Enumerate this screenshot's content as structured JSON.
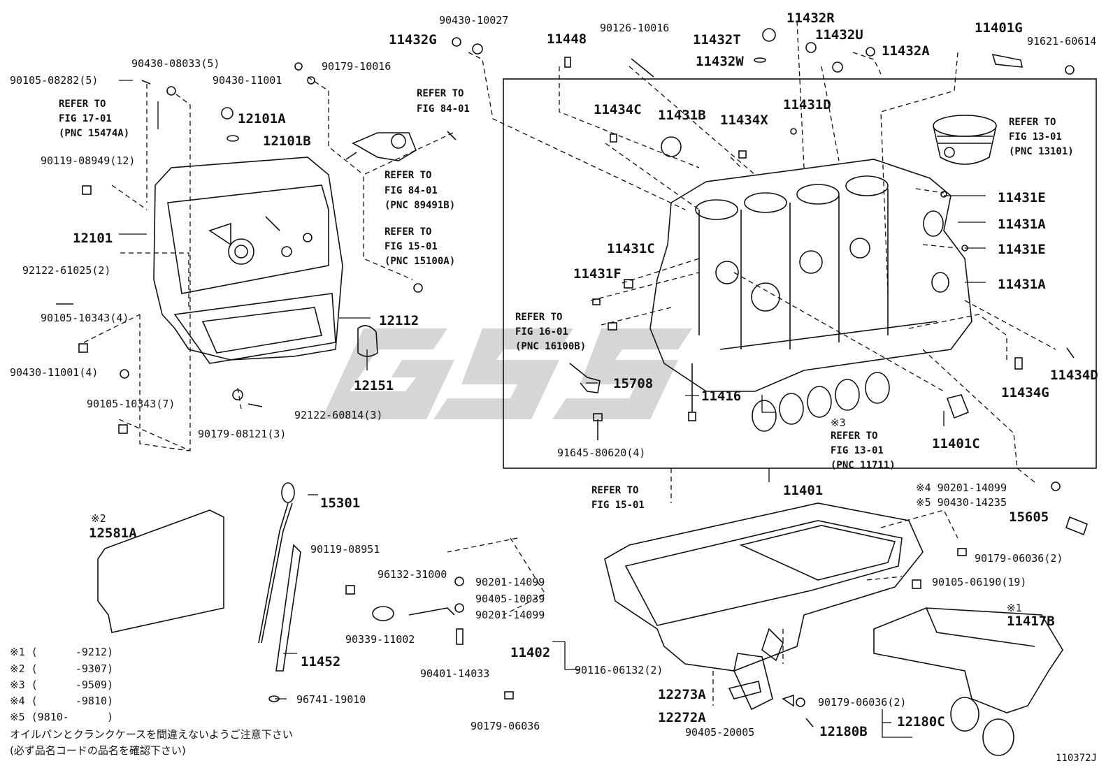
{
  "diagram_id": "110372J",
  "watermark": "GSS",
  "labels": {
    "p90105_08282": "90105-08282(5)",
    "p90430_08033": "90430-08033(5)",
    "p90179_10016": "90179-10016",
    "p90430_11001_top": "90430-11001",
    "p90430_10027": "90430-10027",
    "p11432G": "11432G",
    "p11448": "11448",
    "p90126_10016": "90126-10016",
    "p11432R": "11432R",
    "p11432T": "11432T",
    "p11432U": "11432U",
    "p11432W": "11432W",
    "p11432A": "11432A",
    "p11401G": "11401G",
    "p91621_60614": "91621-60614",
    "p12101A": "12101A",
    "p12101B": "12101B",
    "p90119_08949": "90119-08949(12)",
    "p12101": "12101",
    "p92122_61025": "92122-61025(2)",
    "p90105_10343_4": "90105-10343(4)",
    "p90430_11001_4": "90430-11001(4)",
    "p90105_10343_7": "90105-10343(7)",
    "p12112": "12112",
    "p12151": "12151",
    "p90179_08121": "90179-08121(3)",
    "p92122_60814": "92122-60814(3)",
    "p11434C": "11434C",
    "p11431B": "11431B",
    "p11434X": "11434X",
    "p11431D": "11431D",
    "p11431E_1": "11431E",
    "p11431A_1": "11431A",
    "p11431E_2": "11431E",
    "p11431A_2": "11431A",
    "p11431C": "11431C",
    "p11431F": "11431F",
    "p15708": "15708",
    "p11416": "11416",
    "p91645_80620": "91645-80620(4)",
    "p11434D": "11434D",
    "p11434G": "11434G",
    "p11401C": "11401C",
    "p11401": "11401",
    "p90201_14099_a": "※4 90201-14099",
    "p90430_14235": "※5 90430-14235",
    "p15605": "15605",
    "p15301": "15301",
    "p90119_08951": "90119-08951",
    "p96132_31000": "96132-31000",
    "p90201_14099_b": "90201-14099",
    "p90405_10039": "90405-10039",
    "p90201_14099_c": "90201-14099",
    "p90339_11002": "90339-11002",
    "p90401_14033": "90401-14033",
    "p90179_06036": "90179-06036",
    "p11452": "11452",
    "p96741_19010": "96741-19010",
    "p12581A_mark": "※2",
    "p12581A": "12581A",
    "p90179_06036_2a": "90179-06036(2)",
    "p90105_06190": "90105-06190(19)",
    "p11417B_mark": "※1",
    "p11417B": "11417B",
    "p11402": "11402",
    "p90116_06132": "90116-06132(2)",
    "p12273A": "12273A",
    "p12272A": "12272A",
    "p90179_06036_2b": "90179-06036(2)",
    "p90405_20005": "90405-20005",
    "p12180B": "12180B",
    "p12180C": "12180C"
  },
  "refs": {
    "r17_1": "REFER TO",
    "r17_2": "FIG 17-01",
    "r17_3": "(PNC 15474A)",
    "r84a_1": "REFER TO",
    "r84a_2": "FIG 84-01",
    "r84b_1": "REFER TO",
    "r84b_2": "FIG 84-01",
    "r84b_3": "(PNC 89491B)",
    "r15a_1": "REFER TO",
    "r15a_2": "FIG 15-01",
    "r15a_3": "(PNC 15100A)",
    "r13a_1": "REFER TO",
    "r13a_2": "FIG 13-01",
    "r13a_3": "(PNC 13101)",
    "r16_1": "REFER TO",
    "r16_2": "FIG 16-01",
    "r16_3": "(PNC 16100B)",
    "r13b_0": "※3",
    "r13b_1": "REFER TO",
    "r13b_2": "FIG 13-01",
    "r13b_3": "(PNC 11711)",
    "r15b_1": "REFER TO",
    "r15b_2": "FIG 15-01"
  },
  "footnotes": [
    "※1 (      -9212)",
    "※2 (      -9307)",
    "※3 (      -9509)",
    "※4 (      -9810)",
    "※5 (9810-      )"
  ],
  "japanese_notes": [
    "オイルパンとクランクケースを間違えないようご注意下さい",
    "(必ず品名コードの品名を確認下さい)"
  ]
}
